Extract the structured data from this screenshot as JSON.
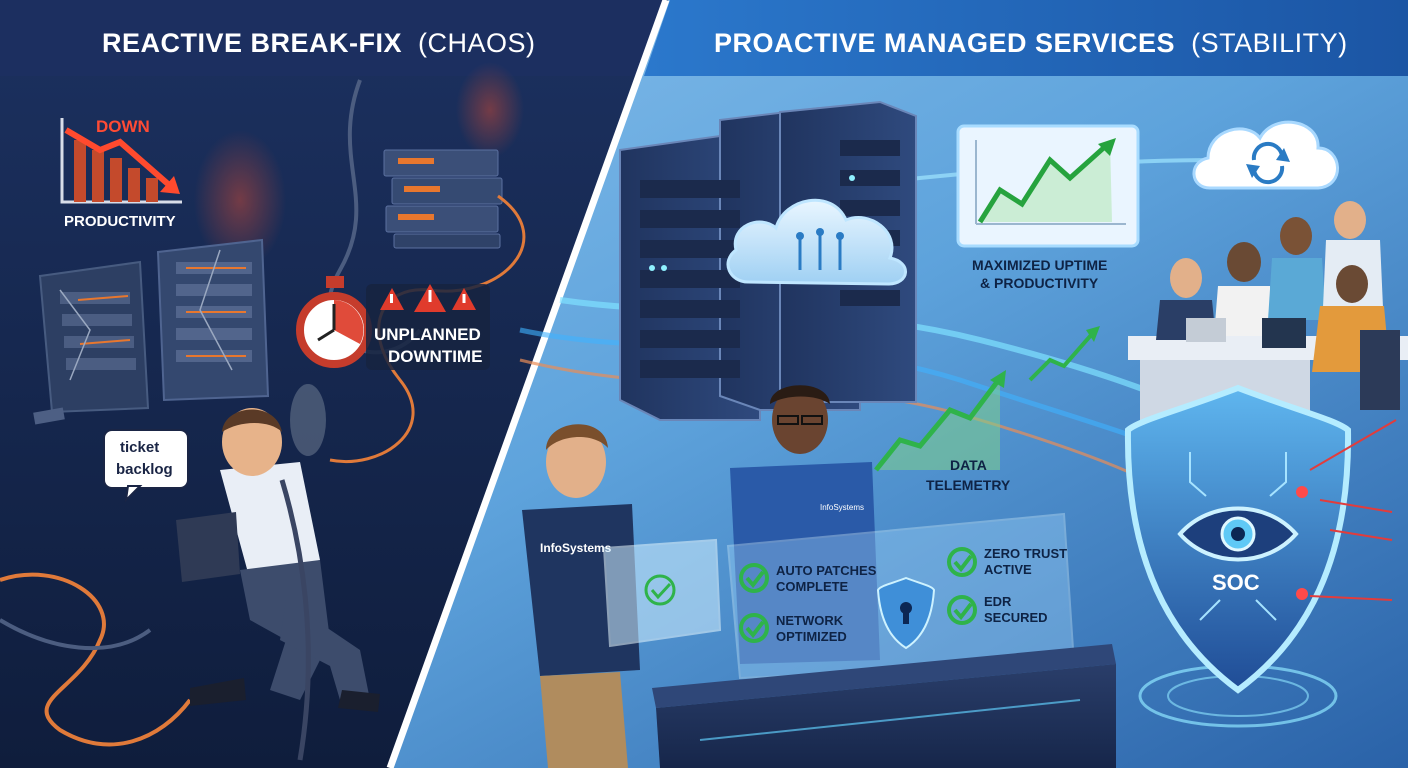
{
  "left_header": {
    "title_main": "REACTIVE BREAK-FIX",
    "title_sub": "(CHAOS)"
  },
  "right_header": {
    "title_main": "PROACTIVE MANAGED SERVICES",
    "title_sub": "(STABILITY)"
  },
  "left_panel": {
    "chart_label_top": "DOWN",
    "chart_label_bottom": "PRODUCTIVITY",
    "alert_line1": "UNPLANNED",
    "alert_line2": "DOWNTIME",
    "speech_line1": "ticket",
    "speech_line2": "backlog"
  },
  "right_panel": {
    "uptime_line1": "MAXIMIZED UPTIME",
    "uptime_line2": "& PRODUCTIVITY",
    "telemetry_line1": "DATA",
    "telemetry_line2": "TELEMETRY",
    "shirt_text_1": "InfoSystems",
    "shirt_text_2": "InfoSystems",
    "soc_label": "SOC",
    "status": {
      "auto_patches_1": "AUTO PATCHES",
      "auto_patches_2": "COMPLETE",
      "network_1": "NETWORK",
      "network_2": "OPTIMIZED",
      "zero_trust_1": "ZERO TRUST",
      "zero_trust_2": "ACTIVE",
      "edr_1": "EDR",
      "edr_2": "SECURED"
    }
  },
  "colors": {
    "left_bg": "#1a2d57",
    "right_bg": "#5ea3dc",
    "header_left": "#1c2f60",
    "header_right": "#1d5fb0",
    "danger": "#e03b2c",
    "success": "#2fb34a",
    "accent_orange": "#e8772e"
  }
}
